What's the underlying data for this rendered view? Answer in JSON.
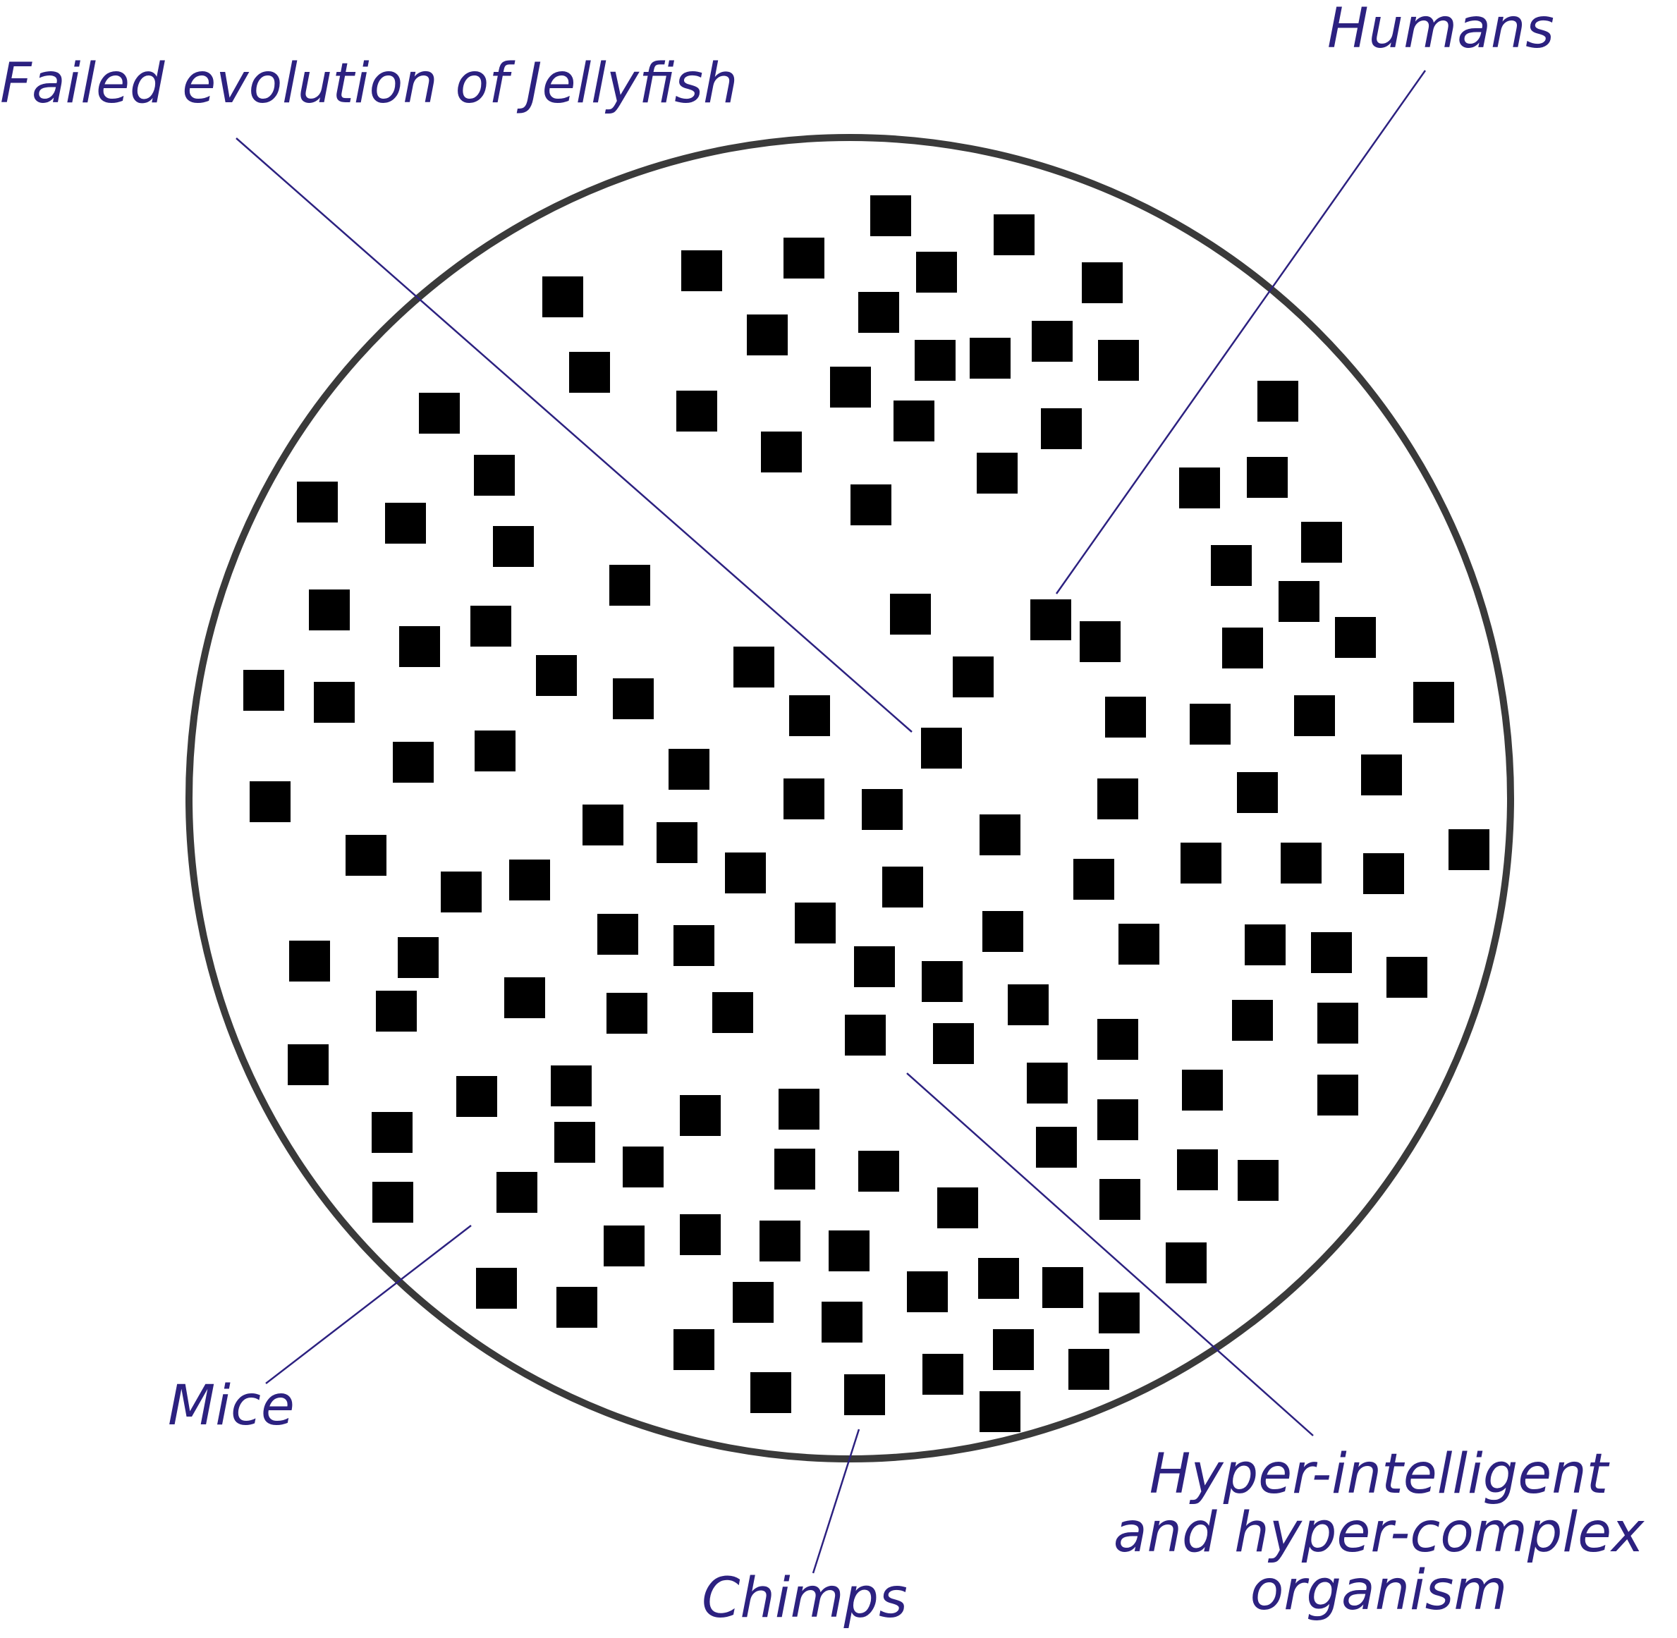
{
  "colors": {
    "label_text": "#2c2180",
    "pointer_line": "#2c2180",
    "circle_stroke": "#3a3a3a",
    "square_fill": "#000000",
    "background": "#ffffff"
  },
  "labels": {
    "jellyfish": "Failed evolution of Jellyfish",
    "humans": "Humans",
    "mice": "Mice",
    "chimps": "Chimps",
    "organism": {
      "line1": "Hyper-intelligent",
      "line2": "and hyper-complex",
      "line3": "organism"
    }
  }
}
